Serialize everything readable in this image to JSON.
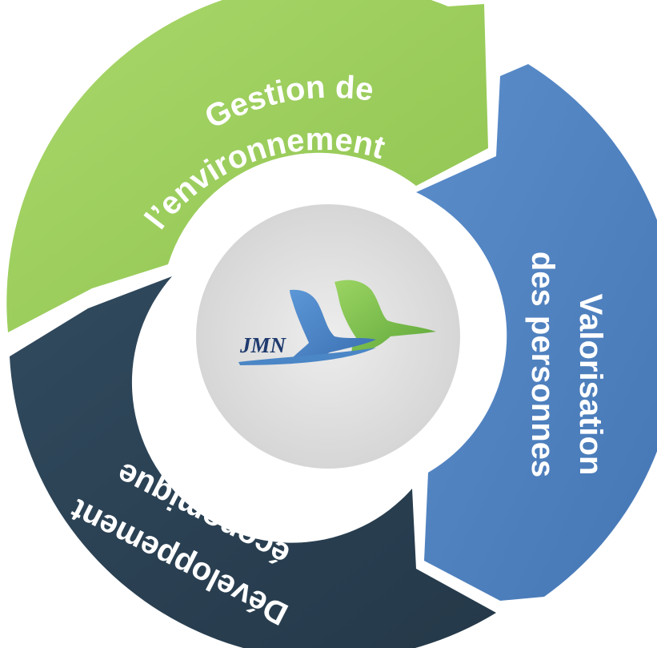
{
  "segments": {
    "environment": {
      "line1": "Gestion de",
      "line2": "l’environnement",
      "color": "#9ACD5A"
    },
    "people": {
      "line1": "Valorisation",
      "line2": "des personnes",
      "color": "#4F80BD"
    },
    "economic": {
      "line1": "Développement",
      "line2": "économique",
      "color": "#2A4052"
    }
  },
  "center": {
    "logo_text": "JMN",
    "circle_color": "#E4E4E4",
    "logo_text_color": "#1F3A6E",
    "bird_colors": {
      "front": "#4B86C6",
      "back": "#7CC243"
    }
  }
}
